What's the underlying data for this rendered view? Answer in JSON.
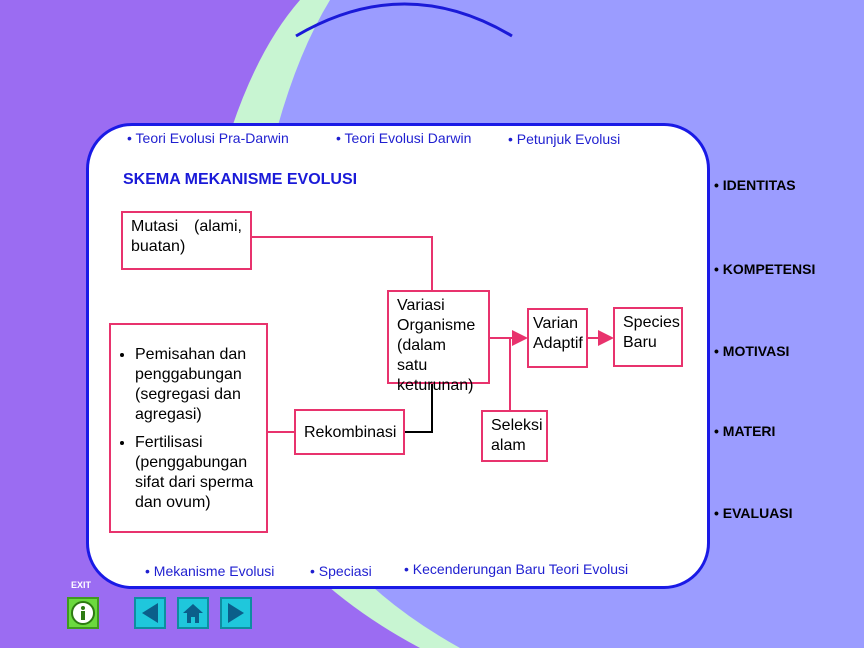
{
  "top_links": [
    {
      "label": "• Teori Evolusi Pra-Darwin"
    },
    {
      "label": "• Teori Evolusi Darwin"
    },
    {
      "label": "• Petunjuk Evolusi"
    }
  ],
  "title": "SKEMA MEKANISME EVOLUSI",
  "diagram": {
    "mutasi": "Mutasi (alami, buatan)",
    "pemisahan": "Pemisahan dan penggabungan (segregasi dan agregasi)",
    "fertilisasi": "Fertilisasi (penggabungan sifat dari sperma dan ovum)",
    "rekombinasi": "Rekombinasi",
    "variasi": "Variasi Organisme (dalam satu keturunan)",
    "seleksi": "Seleksi alam",
    "varian": "Varian Adaptif",
    "species": "Species Baru"
  },
  "bottom_links": [
    {
      "label": "• Mekanisme Evolusi"
    },
    {
      "label": "• Speciasi"
    },
    {
      "label": "• Kecenderungan Baru Teori Evolusi"
    }
  ],
  "side_nav": [
    {
      "label": "• IDENTITAS"
    },
    {
      "label": "• KOMPETENSI"
    },
    {
      "label": "• MOTIVASI"
    },
    {
      "label": "• MATERI"
    },
    {
      "label": "• EVALUASI"
    }
  ],
  "exit_label": "EXIT",
  "colors": {
    "accent": "#1a1ae6",
    "box_border": "#e8336d",
    "nav_button": "#1fc7dc",
    "info_button": "#6bd93e"
  }
}
